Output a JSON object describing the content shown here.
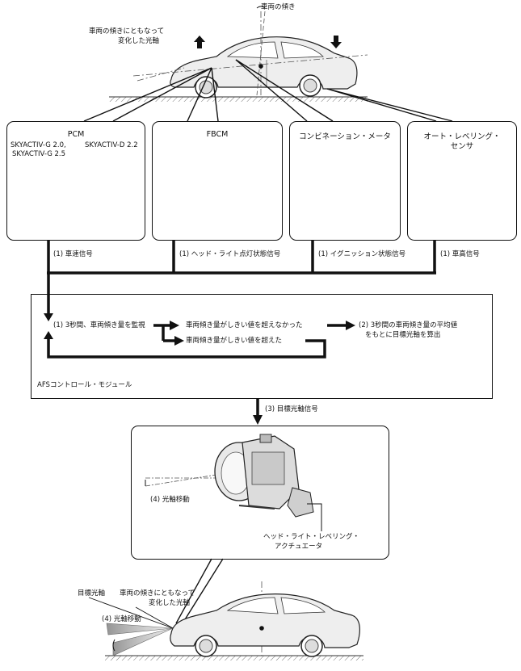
{
  "top_car": {
    "tilt_label": "車両の傾き",
    "changed_axis_label_1": "車両の傾きにともなって",
    "changed_axis_label_2": "変化した光軸"
  },
  "modules": {
    "pcm": {
      "title": "PCM",
      "variant_left_1": "SKYACTIV-G 2.0,",
      "variant_left_2": "SKYACTIV-G 2.5",
      "variant_right": "SKYACTIV-D 2.2",
      "signal": "(1) 車速信号"
    },
    "fbcm": {
      "title": "FBCM",
      "signal": "(1) ヘッド・ライト点灯状態信号"
    },
    "meter": {
      "title": "コンビネーション・メータ",
      "signal": "(1) イグニッション状態信号"
    },
    "leveling_sensor": {
      "title_1": "オート・レベリング・",
      "title_2": "センサ",
      "signal": "(1) 車高信号"
    }
  },
  "afs": {
    "monitor": "(1) 3秒間、車両傾き量を監視",
    "not_exceed": "車両傾き量がしきい値を超えなかった",
    "exceed": "車両傾き量がしきい値を超えた",
    "result_1": "(2) 3秒間の車両傾き量の平均値",
    "result_2": "をもとに目標光軸を算出",
    "name": "AFSコントロール・モジュール"
  },
  "target_signal": "(3) 目標光軸信号",
  "headlamp": {
    "axis_move": "(4) 光軸移動",
    "actuator_1": "ヘッド・ライト・レベリング・",
    "actuator_2": "アクチュエータ"
  },
  "bottom_car": {
    "target_axis": "目標光軸",
    "changed_axis_label_1": "車両の傾きにともなって",
    "changed_axis_label_2": "変化した光軸",
    "axis_move": "(4) 光軸移動"
  }
}
